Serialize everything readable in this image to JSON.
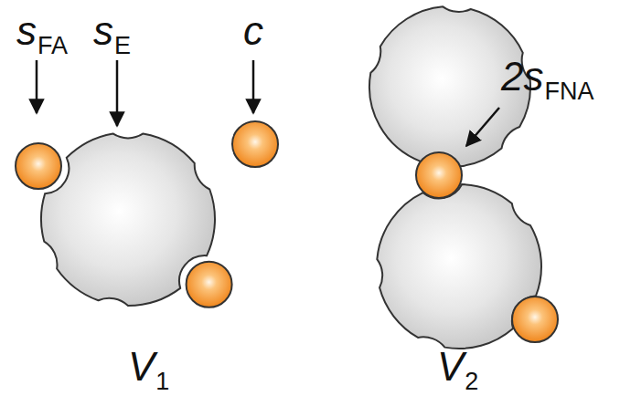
{
  "diagram": {
    "labels": [
      "sFA",
      "sE",
      "c",
      "2sFNA",
      "V1",
      "V2"
    ]
  }
}
